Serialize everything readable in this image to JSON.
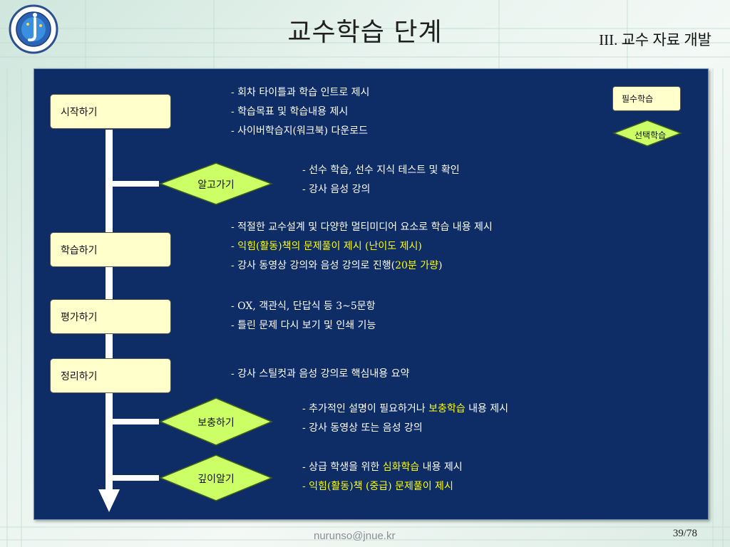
{
  "header": {
    "title": "교수학습 단계",
    "section": "III. 교수 자료 개발"
  },
  "colors": {
    "panel_bg": "#0e2c66",
    "node_fill": "#ffffcc",
    "diamond_fill": "#ccff66",
    "highlight": "#ffff00",
    "text": "#ffffff",
    "flow_line": "#ffffff"
  },
  "legend": {
    "required": "필수학습",
    "optional": "선택학습"
  },
  "nodes": {
    "start": "시작하기",
    "know": "알고가기",
    "learn": "학습하기",
    "evaluate": "평가하기",
    "summarize": "정리하기",
    "supplement": "보충하기",
    "deepen": "깊이알기"
  },
  "descriptions": {
    "start": [
      "- 회차 타이틀과 학습 인트로 제시",
      "- 학습목표 및 학습내용 제시",
      "- 사이버학습지(워크북) 다운로드"
    ],
    "know": [
      "- 선수 학습,  선수 지식 테스트 및 확인",
      "- 강사 음성 강의"
    ],
    "learn": {
      "line1": "- 적절한 교수설계 및 다양한 멀티미디어 요소로 학습 내용 제시",
      "line2_prefix": "- ",
      "line2_highlight": "익힘(활동)책의 문제풀이 제시 (난이도 제시)",
      "line3_prefix": "- 강사 동영상 강의와 음성 강의로 진행(",
      "line3_highlight": "20분 가량",
      "line3_suffix": ")"
    },
    "evaluate": [
      "- OX, 객관식, 단답식 등 3~5문항",
      "- 틀린 문제 다시 보기 및 인쇄 기능"
    ],
    "summarize": [
      "- 강사 스틸컷과 음성 강의로 핵심내용 요약"
    ],
    "supplement": {
      "line1_prefix": "- 추가적인 설명이 필요하거나 ",
      "line1_highlight": "보충학습",
      "line1_suffix": " 내용 제시",
      "line2": "- 강사 동영상 또는 음성 강의"
    },
    "deepen": {
      "line1_prefix": "- 상급 학생을 위한 ",
      "line1_highlight": "심화학습",
      "line1_suffix": " 내용 제시",
      "line2": "- 익힘(활동)책 (중급) 문제풀이 제시"
    }
  },
  "footer": {
    "email": "nurunso@jnue.kr",
    "page": "39/78"
  }
}
